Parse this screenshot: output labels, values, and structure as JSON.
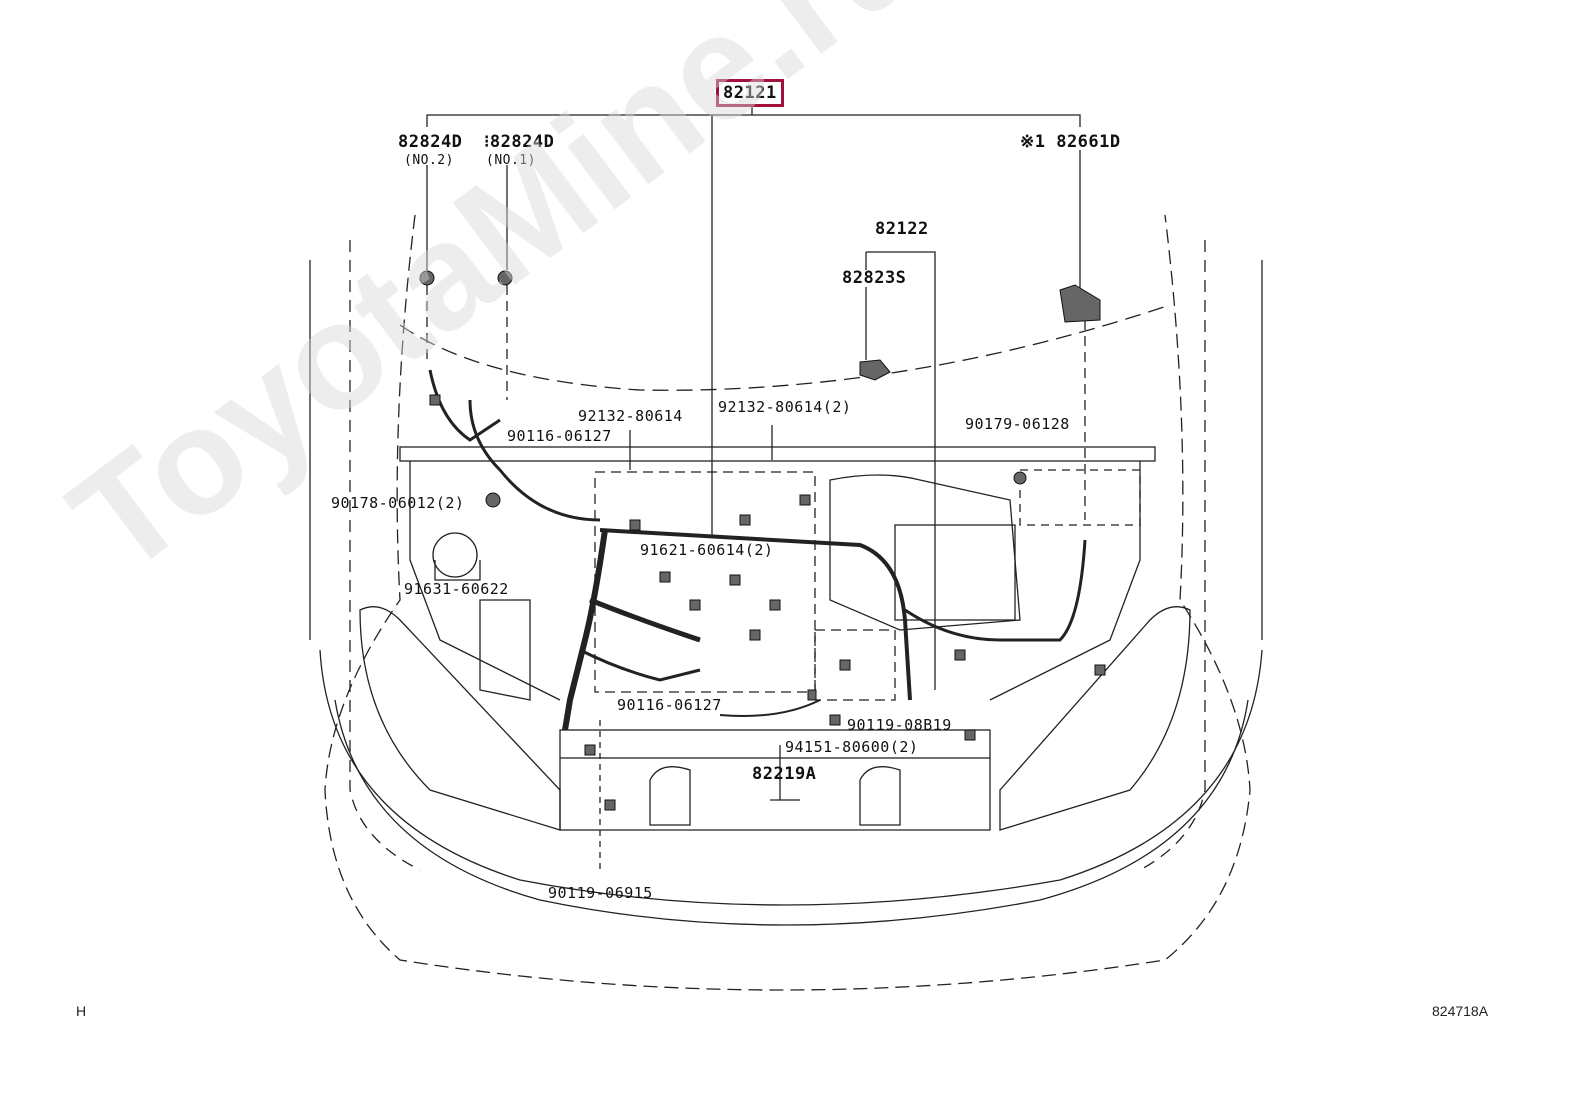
{
  "diagram": {
    "callouts": [
      {
        "id": "main",
        "text": "82121",
        "highlight": true,
        "size": "big"
      },
      {
        "id": "c82824d-no2",
        "text": "82824D",
        "size": "big"
      },
      {
        "id": "c82824d-no2-sub",
        "text": "(NO.2)",
        "size": "sub"
      },
      {
        "id": "c82824d-no1",
        "text": "⁝82824D",
        "size": "big"
      },
      {
        "id": "c82824d-no1-sub",
        "text": "(NO.1)",
        "size": "sub"
      },
      {
        "id": "c82661d",
        "text": "※1 82661D",
        "size": "big"
      },
      {
        "id": "c82122",
        "text": "82122",
        "size": "big"
      },
      {
        "id": "c82823s",
        "text": "82823S",
        "size": "big"
      },
      {
        "id": "c92132a",
        "text": "92132-80614"
      },
      {
        "id": "c92132b",
        "text": "92132-80614(2)"
      },
      {
        "id": "c90179",
        "text": "90179-06128"
      },
      {
        "id": "c90116a",
        "text": "90116-06127"
      },
      {
        "id": "c90178",
        "text": "90178-06012(2)"
      },
      {
        "id": "c91621",
        "text": "91621-60614(2)"
      },
      {
        "id": "c91631",
        "text": "91631-60622"
      },
      {
        "id": "c90116b",
        "text": "90116-06127"
      },
      {
        "id": "c90119a",
        "text": "90119-08B19"
      },
      {
        "id": "c94151",
        "text": "94151-80600(2)"
      },
      {
        "id": "c82219a",
        "text": "82219A",
        "size": "big"
      },
      {
        "id": "c90119b",
        "text": "90119-06915"
      }
    ],
    "corner_left": "H",
    "corner_right": "824718A",
    "watermark": "ToyotaMine.ru",
    "highlight_color": "#a0103a"
  }
}
